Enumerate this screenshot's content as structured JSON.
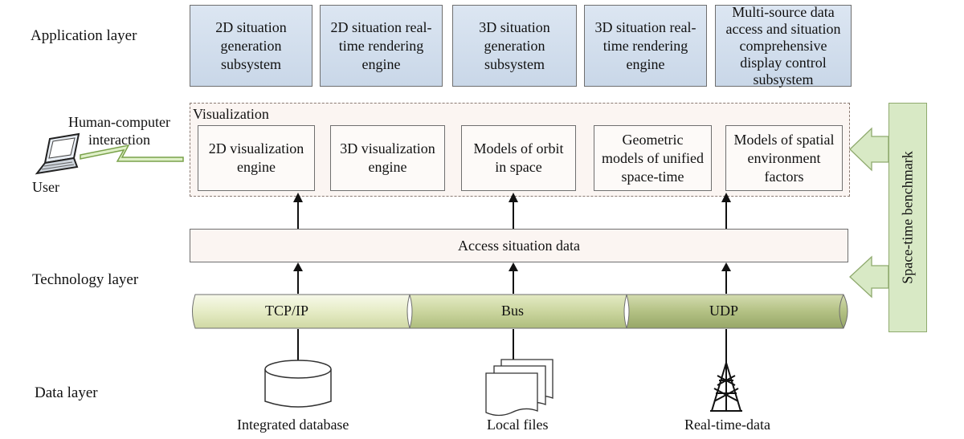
{
  "layers": {
    "application": "Application layer",
    "technology": "Technology layer",
    "data": "Data layer"
  },
  "application_boxes": [
    {
      "l1": "2D  situation",
      "l2": "generation",
      "l3": "subsystem"
    },
    {
      "l1": "2D situation  real-",
      "l2": "time rendering",
      "l3": "engine"
    },
    {
      "l1": "3D  situation",
      "l2": "generation",
      "l3": "subsystem"
    },
    {
      "l1": "3D situation real-",
      "l2": "time rendering",
      "l3": "engine"
    },
    {
      "l1": "Multi-source data",
      "l2": "access and situation",
      "l3": "comprehensive",
      "l4": "display control",
      "l5": "subsystem"
    }
  ],
  "visualization": {
    "title": "Visualization",
    "boxes": [
      {
        "l1": "2D  visualization",
        "l2": "engine"
      },
      {
        "l1": "3D  visualization",
        "l2": "engine"
      },
      {
        "l1": "Models of orbit",
        "l2": "in space"
      },
      {
        "l1": "Geometric",
        "l2": "models of unified",
        "l3": "space-time"
      },
      {
        "l1": "Models of spatial",
        "l2": "environment",
        "l3": "factors"
      }
    ]
  },
  "user": {
    "hci_line1": "Human-computer",
    "hci_line2": "interaction",
    "label": "User"
  },
  "access_label": "Access situation data",
  "benchmark_label": "Space-time benchmark",
  "pipe": {
    "segments": [
      "TCP/IP",
      "Bus",
      "UDP"
    ],
    "colors": [
      "#eef3d7",
      "#cfd9a9",
      "#b7c58a"
    ]
  },
  "data_sources": [
    {
      "label": "Integrated database",
      "icon": "database-icon"
    },
    {
      "label": "Local files",
      "icon": "files-icon"
    },
    {
      "label": "Real-time-data",
      "icon": "tower-icon"
    }
  ]
}
